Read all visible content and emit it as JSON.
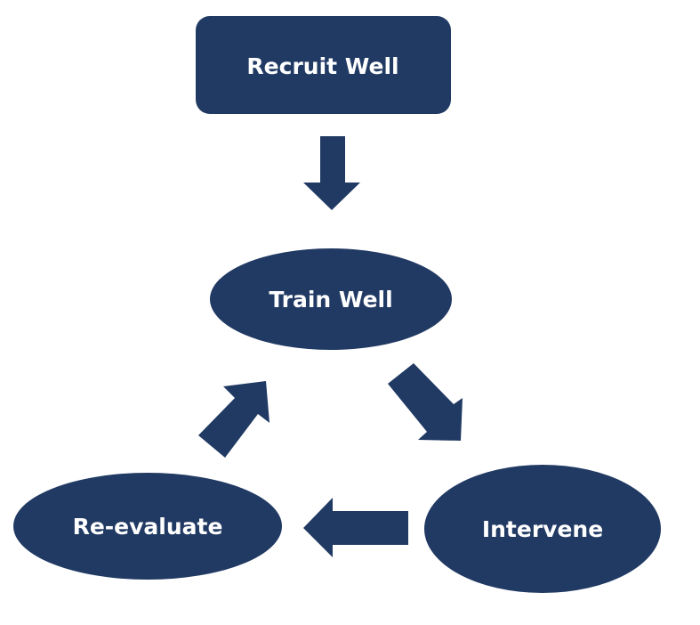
{
  "diagram": {
    "fill_color": "#213a63",
    "text_color": "#ffffff",
    "nodes": {
      "recruit": {
        "label": "Recruit Well",
        "shape": "rounded-rectangle"
      },
      "train": {
        "label": "Train Well",
        "shape": "ellipse"
      },
      "intervene": {
        "label": "Intervene",
        "shape": "ellipse"
      },
      "reevaluate": {
        "label": "Re-evaluate",
        "shape": "ellipse"
      }
    },
    "edges": [
      {
        "from": "Recruit Well",
        "to": "Train Well",
        "direction": "down"
      },
      {
        "from": "Train Well",
        "to": "Intervene",
        "direction": "down-right"
      },
      {
        "from": "Intervene",
        "to": "Re-evaluate",
        "direction": "left"
      },
      {
        "from": "Re-evaluate",
        "to": "Train Well",
        "direction": "up-right"
      }
    ]
  }
}
